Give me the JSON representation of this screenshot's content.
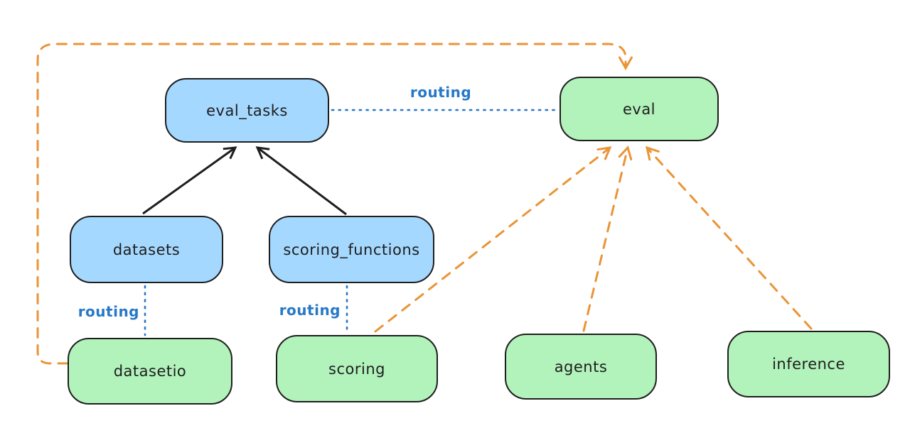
{
  "colors": {
    "background": "#ffffff",
    "node_blue_fill": "#a5d8ff",
    "node_green_fill": "#b2f2bb",
    "node_stroke": "#1e1e1e",
    "solid_arrow": "#1e1e1e",
    "routing_blue": "#2778c7",
    "orange_dashed": "#ea9436"
  },
  "diagram": {
    "nodes": [
      {
        "id": "eval_tasks",
        "label": "eval_tasks",
        "color": "blue"
      },
      {
        "id": "eval",
        "label": "eval",
        "color": "green"
      },
      {
        "id": "datasets",
        "label": "datasets",
        "color": "blue"
      },
      {
        "id": "scoring_functions",
        "label": "scoring_functions",
        "color": "blue"
      },
      {
        "id": "datasetio",
        "label": "datasetio",
        "color": "green"
      },
      {
        "id": "scoring",
        "label": "scoring",
        "color": "green"
      },
      {
        "id": "agents",
        "label": "agents",
        "color": "green"
      },
      {
        "id": "inference",
        "label": "inference",
        "color": "green"
      }
    ],
    "edges": [
      {
        "from": "datasets",
        "to": "eval_tasks",
        "style": "solid",
        "color": "black",
        "arrowhead": true,
        "label": ""
      },
      {
        "from": "scoring_functions",
        "to": "eval_tasks",
        "style": "solid",
        "color": "black",
        "arrowhead": true,
        "label": ""
      },
      {
        "from": "eval_tasks",
        "to": "eval",
        "style": "dotted",
        "color": "blue",
        "arrowhead": false,
        "label": "routing"
      },
      {
        "from": "datasets",
        "to": "datasetio",
        "style": "dotted",
        "color": "blue",
        "arrowhead": false,
        "label": "routing"
      },
      {
        "from": "scoring_functions",
        "to": "scoring",
        "style": "dotted",
        "color": "blue",
        "arrowhead": false,
        "label": "routing"
      },
      {
        "from": "datasetio",
        "to": "eval",
        "style": "dashed",
        "color": "orange",
        "arrowhead": true,
        "label": ""
      },
      {
        "from": "scoring",
        "to": "eval",
        "style": "dashed",
        "color": "orange",
        "arrowhead": true,
        "label": ""
      },
      {
        "from": "agents",
        "to": "eval",
        "style": "dashed",
        "color": "orange",
        "arrowhead": true,
        "label": ""
      },
      {
        "from": "inference",
        "to": "eval",
        "style": "dashed",
        "color": "orange",
        "arrowhead": true,
        "label": ""
      }
    ]
  }
}
